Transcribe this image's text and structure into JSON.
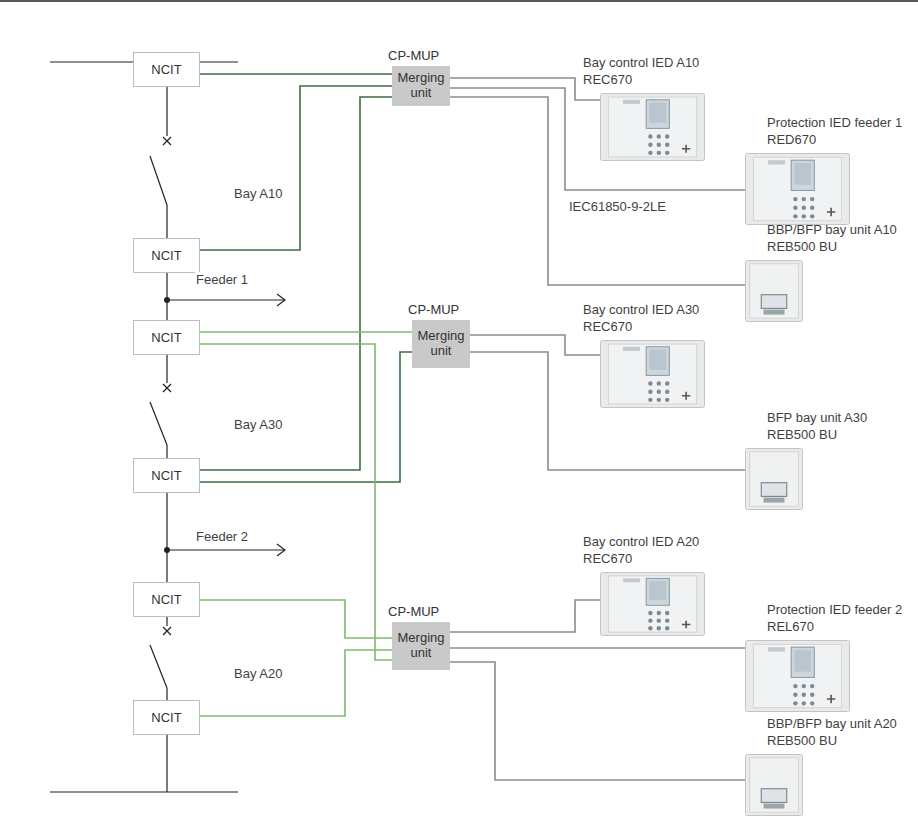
{
  "diagram": {
    "nodes": [
      {
        "text": [
          "NCIT"
        ]
      },
      {
        "text": [
          "NCIT"
        ]
      },
      {
        "text": [
          "NCIT"
        ]
      },
      {
        "text": [
          "NCIT"
        ]
      },
      {
        "text": [
          "NCIT"
        ]
      },
      {
        "text": [
          "NCIT"
        ]
      },
      {
        "text": [
          "CP-MUP",
          "Merging unit"
        ]
      },
      {
        "text": [
          "CP-MUP",
          "Merging unit"
        ]
      },
      {
        "text": [
          "CP-MUP",
          "Merging unit"
        ]
      },
      {
        "text": [
          "Bay control IED A10",
          "REC670"
        ]
      },
      {
        "text": [
          "Protection IED feeder 1",
          "RED670"
        ]
      },
      {
        "text": [
          "BBP/BFP bay unit A10",
          "REB500 BU"
        ]
      },
      {
        "text": [
          "Bay control IED A30",
          "REC670"
        ]
      },
      {
        "text": [
          "BFP bay unit A30",
          "REB500 BU"
        ]
      },
      {
        "text": [
          "Bay control IED A20",
          "REC670"
        ]
      },
      {
        "text": [
          "Protection IED feeder 2",
          "REL670"
        ]
      },
      {
        "text": [
          "BBP/BFP bay unit A20",
          "REB500 BU"
        ]
      }
    ],
    "edges": [
      {
        "from": 0,
        "to": 6,
        "arrow": "none"
      },
      {
        "from": 1,
        "to": 6,
        "arrow": "none"
      },
      {
        "from": 3,
        "to": 6,
        "arrow": "none"
      },
      {
        "from": 3,
        "to": 7,
        "arrow": "none"
      },
      {
        "from": 2,
        "to": 7,
        "arrow": "none"
      },
      {
        "from": 2,
        "to": 8,
        "arrow": "none"
      },
      {
        "from": 4,
        "to": 8,
        "arrow": "none"
      },
      {
        "from": 5,
        "to": 8,
        "arrow": "none"
      },
      {
        "from": 6,
        "to": 9,
        "arrow": "none"
      },
      {
        "from": 6,
        "to": 10,
        "arrow": "none"
      },
      {
        "from": 6,
        "to": 11,
        "arrow": "none"
      },
      {
        "from": 7,
        "to": 12,
        "arrow": "none"
      },
      {
        "from": 7,
        "to": 13,
        "arrow": "none"
      },
      {
        "from": 8,
        "to": 14,
        "arrow": "none"
      },
      {
        "from": 8,
        "to": 15,
        "arrow": "none"
      },
      {
        "from": 8,
        "to": 16,
        "arrow": "none"
      }
    ],
    "labels": [
      "Bay A10",
      "Feeder 1",
      "IEC61850-9-2LE",
      "Bay A30",
      "Feeder 2",
      "Bay A20"
    ]
  }
}
